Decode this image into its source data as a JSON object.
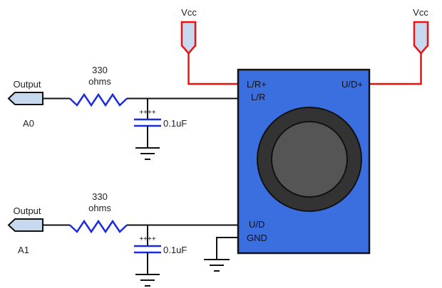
{
  "colors": {
    "wire": "#111111",
    "power_wire": "#ee1111",
    "resistor": "#1a2be0",
    "capacitor": "#1a2be0",
    "module_fill": "#3b6fe0",
    "port_fill": "#c7d9ee",
    "knob_outer": "#333333",
    "knob_inner": "#555555"
  },
  "power": {
    "left_label": "Vcc",
    "right_label": "Vcc"
  },
  "channels": [
    {
      "port_label": "Output",
      "pin_label": "A0",
      "resistor_value": "330",
      "resistor_unit": "ohms",
      "capacitor_polarity": "++++",
      "capacitor_value": "0.1uF"
    },
    {
      "port_label": "Output",
      "pin_label": "A1",
      "resistor_value": "330",
      "resistor_unit": "ohms",
      "capacitor_polarity": "++++",
      "capacitor_value": "0.1uF"
    }
  ],
  "module": {
    "pins": {
      "lr_plus": "L/R+",
      "lr": "L/R",
      "ud_plus": "U/D+",
      "ud": "U/D",
      "gnd": "GND"
    }
  }
}
